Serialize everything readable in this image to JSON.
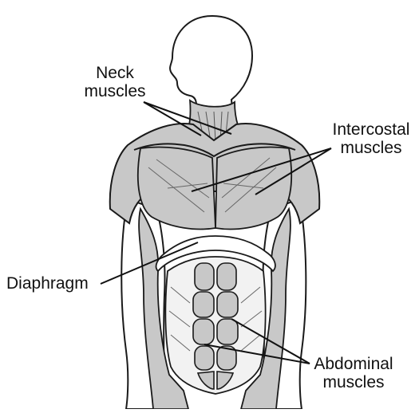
{
  "labels": {
    "neck": {
      "line1": "Neck",
      "line2": "muscles"
    },
    "intercostal": {
      "line1": "Intercostal",
      "line2": "muscles"
    },
    "diaphragm": {
      "text": "Diaphragm"
    },
    "abdominal": {
      "line1": "Abdominal",
      "line2": "muscles"
    }
  },
  "colors": {
    "muscle": "#c8c8c8",
    "muscle_dark": "#a9a9a9",
    "outline": "#1a1a1a",
    "skin": "#ffffff",
    "tendon": "#f2f2f2"
  }
}
